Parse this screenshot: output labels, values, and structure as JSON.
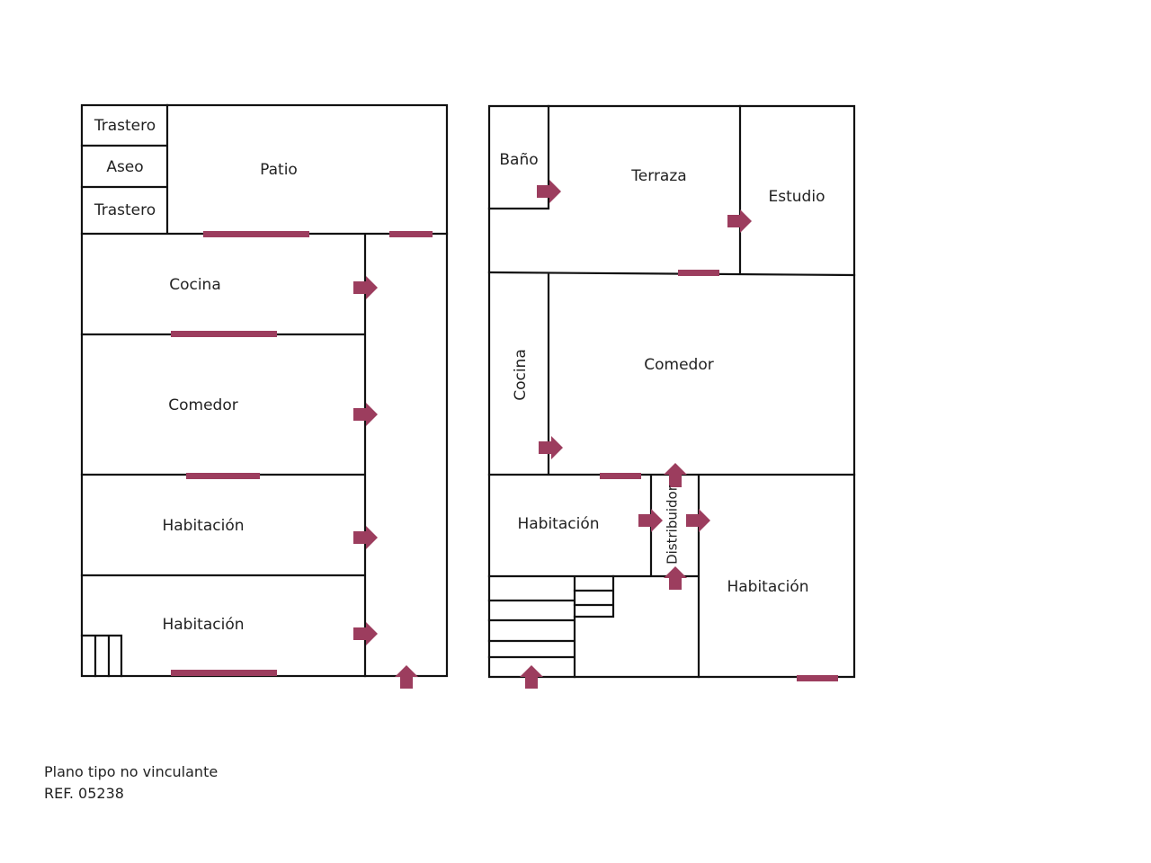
{
  "colors": {
    "accent": "#9c3d5e",
    "walls": "#111111"
  },
  "plan_left": {
    "rooms": [
      "Trastero",
      "Aseo",
      "Trastero",
      "Patio",
      "Cocina",
      "Comedor",
      "Habitación",
      "Habitación"
    ]
  },
  "plan_right": {
    "rooms": [
      "Baño",
      "Terraza",
      "Estudio",
      "Cocina",
      "Comedor",
      "Habitación",
      "Distribuidor",
      "Habitación"
    ]
  },
  "footer": {
    "note": "Plano tipo no vinculante",
    "ref": "REF. 05238"
  }
}
